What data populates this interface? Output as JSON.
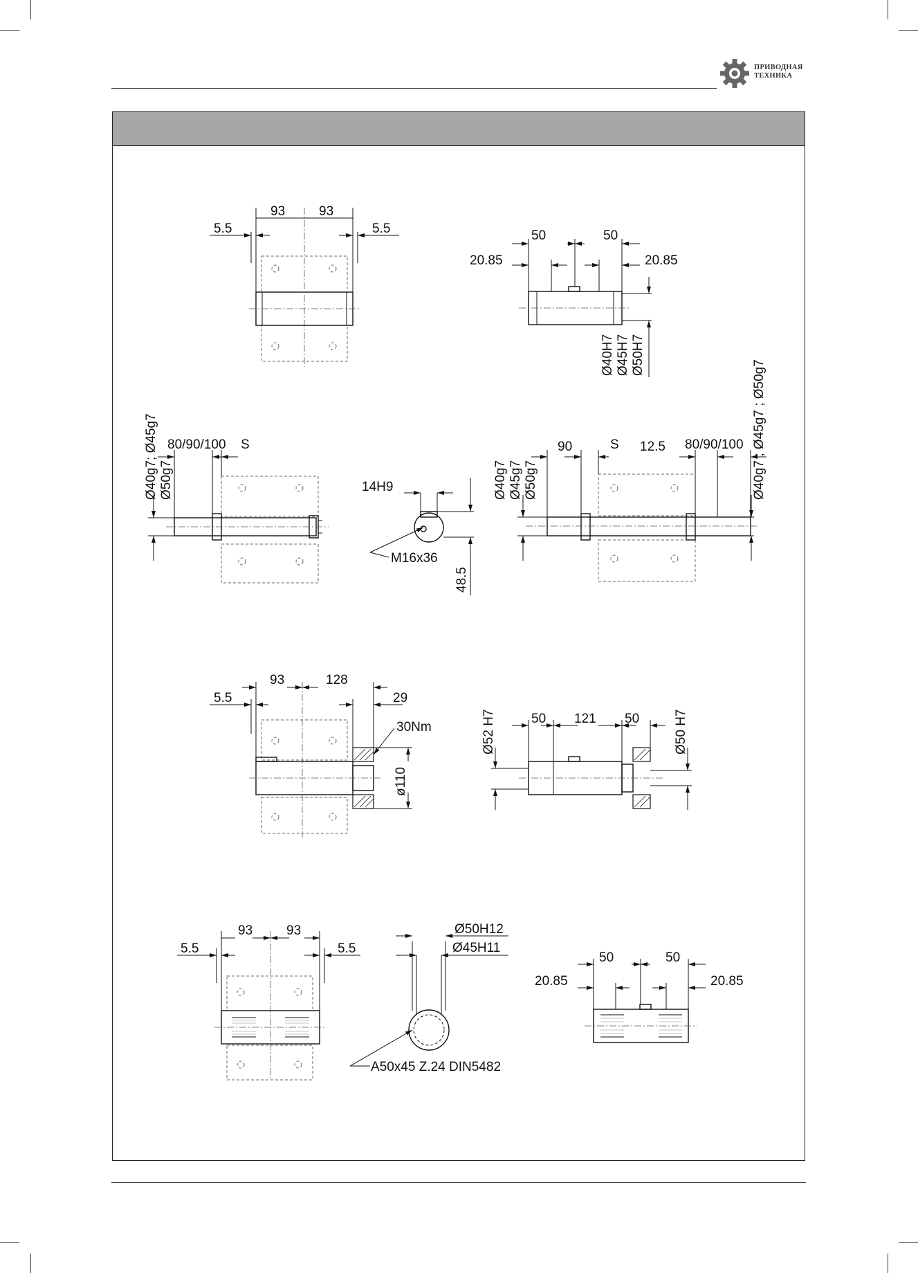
{
  "brand": {
    "line1": "ПРИВОДНАЯ",
    "line2": "ТЕХНИКА",
    "icon": "gear-icon"
  },
  "header_band": {
    "title": ""
  },
  "drawings": {
    "fig1": {
      "left_gap": "5.5",
      "left_dim": "93",
      "right_dim": "93",
      "right_gap": "5.5"
    },
    "fig2": {
      "left_dim": "50",
      "right_dim": "50",
      "left_off": "20.85",
      "right_off": "20.85",
      "bore1": "Ø40H7",
      "bore2": "Ø45H7",
      "bore3": "Ø50H7"
    },
    "fig3": {
      "diam1": "Ø40g7; Ø45g7",
      "diam2": "Ø50g7",
      "length": "80/90/100",
      "s": "S"
    },
    "fig4": {
      "key": "14H9",
      "thread": "M16x36",
      "height": "48.5"
    },
    "fig5": {
      "diam1": "Ø40g7",
      "diam2": "Ø45g7",
      "diam3": "Ø50g7",
      "d90": "90",
      "s": "S",
      "d125": "12.5",
      "length": "80/90/100",
      "right_diam": "Ø40g7 ; Ø45g7 ; Ø50g7"
    },
    "fig6": {
      "gap": "5.5",
      "dim93": "93",
      "dim128": "128",
      "dim29": "29",
      "torque": "30Nm",
      "flange": "ø110"
    },
    "fig7": {
      "bore_left": "Ø52 H7",
      "d1": "50",
      "d2": "121",
      "d3": "50",
      "bore_right": "Ø50 H7"
    },
    "fig8": {
      "left_gap": "5.5",
      "left_dim": "93",
      "right_dim": "93",
      "right_gap": "5.5"
    },
    "fig9": {
      "d1": "Ø50H12",
      "d2": "Ø45H11",
      "spline": "A50x45 Z.24 DIN5482"
    },
    "fig10": {
      "left_dim": "50",
      "right_dim": "50",
      "left_off": "20.85",
      "right_off": "20.85"
    }
  }
}
